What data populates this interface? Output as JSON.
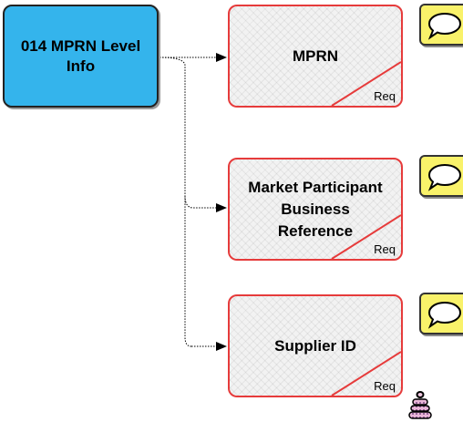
{
  "root": {
    "label": "014 MPRN Level Info"
  },
  "children": [
    {
      "label": "MPRN",
      "tag": "Req"
    },
    {
      "label": "Market Participant\nBusiness\nReference",
      "tag": "Req"
    },
    {
      "label": "Supplier ID",
      "tag": "Req"
    }
  ],
  "colors": {
    "root_fill": "#34b4ec",
    "child_border": "#e63b3b",
    "comment_fill": "#f9f26a"
  },
  "icons": [
    "speech-bubble-icon",
    "database-icon"
  ]
}
